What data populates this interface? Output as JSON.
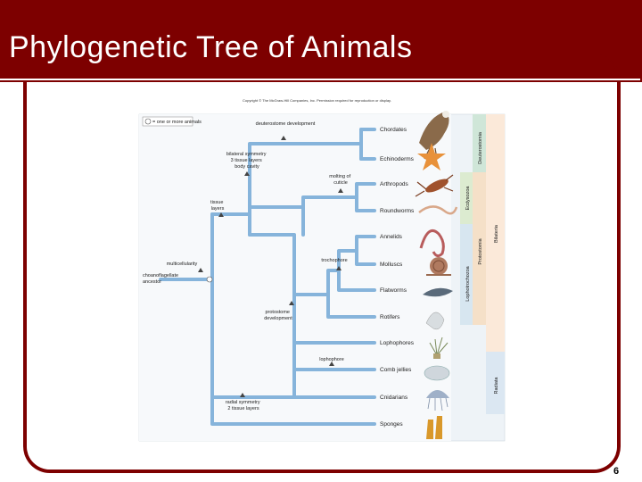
{
  "header": {
    "title": "Phylogenetic Tree of Animals"
  },
  "copyright": "Copyright © The McGraw-Hill Companies, Inc. Permission required for reproduction or display.",
  "legend_label": "= one or more animals",
  "page_number": "6",
  "colors": {
    "title_band": "#7d0000",
    "branch": "#86b4db",
    "deuterostomia": "#cfe6d8",
    "protostomia": "#f5e0c8",
    "ecdysozoa": "#dcebd0",
    "lophotrochozoa": "#d7e6f0",
    "bilateria": "#fbe9d9",
    "radiata": "#dbe7f2"
  },
  "groups": [
    {
      "key": "deuterostomia",
      "label": "Deuterostomia"
    },
    {
      "key": "ecdysozoa",
      "label": "Ecdysozoa"
    },
    {
      "key": "protostomia",
      "label": "Protostomia"
    },
    {
      "key": "bilateria",
      "label": "Bilateria"
    },
    {
      "key": "lophotrochozoa",
      "label": "Lophotrochozoa"
    },
    {
      "key": "radiata",
      "label": "Radiata"
    }
  ],
  "taxa": [
    "Chordates",
    "Echinoderms",
    "Arthropods",
    "Roundworms",
    "Annelids",
    "Molluscs",
    "Flatworms",
    "Rotifers",
    "Lophophores",
    "Comb jellies",
    "Cnidarians",
    "Sponges"
  ],
  "characters": {
    "deuterostome": "deuterostome development",
    "bilateral_1": "bilateral symmetry",
    "bilateral_2": "3 tissue layers",
    "bilateral_3": "body cavity",
    "molting_1": "molting of",
    "molting_2": "cuticle",
    "tissue_1": "tissue",
    "tissue_2": "layers",
    "multicellularity": "multicellularity",
    "ancestor_1": "choanoflagellate",
    "ancestor_2": "ancestor",
    "trochophore": "trochophore",
    "protostome_1": "protostome",
    "protostome_2": "development",
    "lophophore": "lophophore",
    "radial_1": "radial symmetry",
    "radial_2": "2 tissue layers"
  }
}
